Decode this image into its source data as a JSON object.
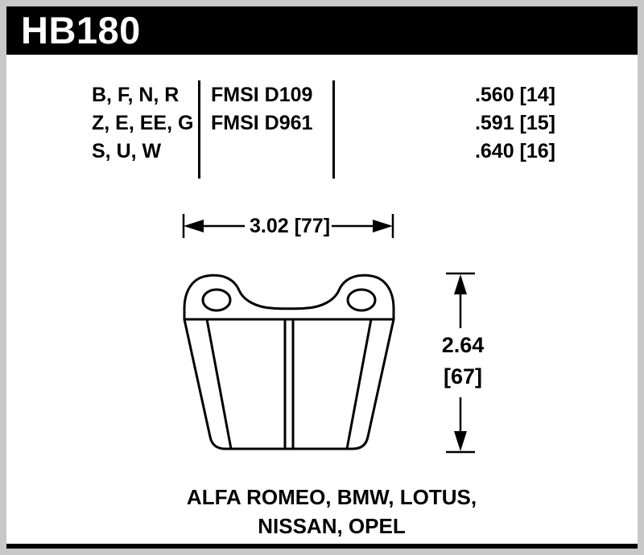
{
  "header": {
    "part_number": "HB180"
  },
  "spec_table": {
    "compound_rows": [
      "B, F, N, R",
      "Z, E, EE, G",
      "S, U, W"
    ],
    "fmsi_rows": [
      "FMSI D109",
      "FMSI D961"
    ],
    "thickness_rows": [
      ".560 [14]",
      ".591 [15]",
      ".640 [16]"
    ]
  },
  "dimensions": {
    "width_label": "3.02 [77]",
    "height_value": "2.64",
    "height_bracket": "[67]"
  },
  "applications": {
    "line1": "ALFA ROMEO, BMW, LOTUS,",
    "line2": "NISSAN, OPEL"
  },
  "colors": {
    "ink": "#000000",
    "paper": "#ffffff",
    "frame": "#c8c8c8",
    "header_bg": "#000000",
    "header_text": "#ffffff"
  }
}
